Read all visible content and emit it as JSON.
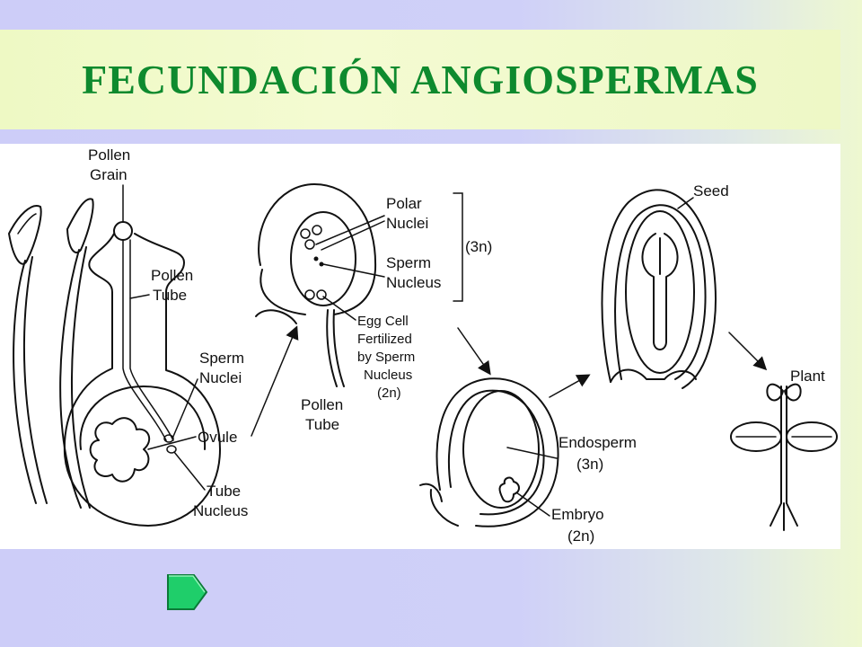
{
  "title": "FECUNDACIÓN ANGIOSPERMAS",
  "labels": {
    "pollen_grain": [
      "Pollen",
      "Grain"
    ],
    "pollen_tube_1": [
      "Pollen",
      "Tube"
    ],
    "sperm_nuclei": [
      "Sperm",
      "Nuclei"
    ],
    "ovule": "Ovule",
    "tube_nucleus": [
      "Tube",
      "Nucleus"
    ],
    "polar_nuclei": [
      "Polar",
      "Nuclei"
    ],
    "sperm_nucleus": [
      "Sperm",
      "Nucleus"
    ],
    "ploidy_3n": "(3n)",
    "egg_cell": [
      "Egg Cell",
      "Fertilized",
      "by Sperm",
      "Nucleus",
      "(2n)"
    ],
    "pollen_tube_2": [
      "Pollen",
      "Tube"
    ],
    "endosperm": [
      "Endosperm",
      "(3n)"
    ],
    "embryo": [
      "Embryo",
      "(2n)"
    ],
    "seed": "Seed",
    "plant": "Plant"
  },
  "colors": {
    "title": "#0e8a2e",
    "next_button": "#1fce6a"
  },
  "icons": {
    "next": "next-arrow-icon"
  }
}
